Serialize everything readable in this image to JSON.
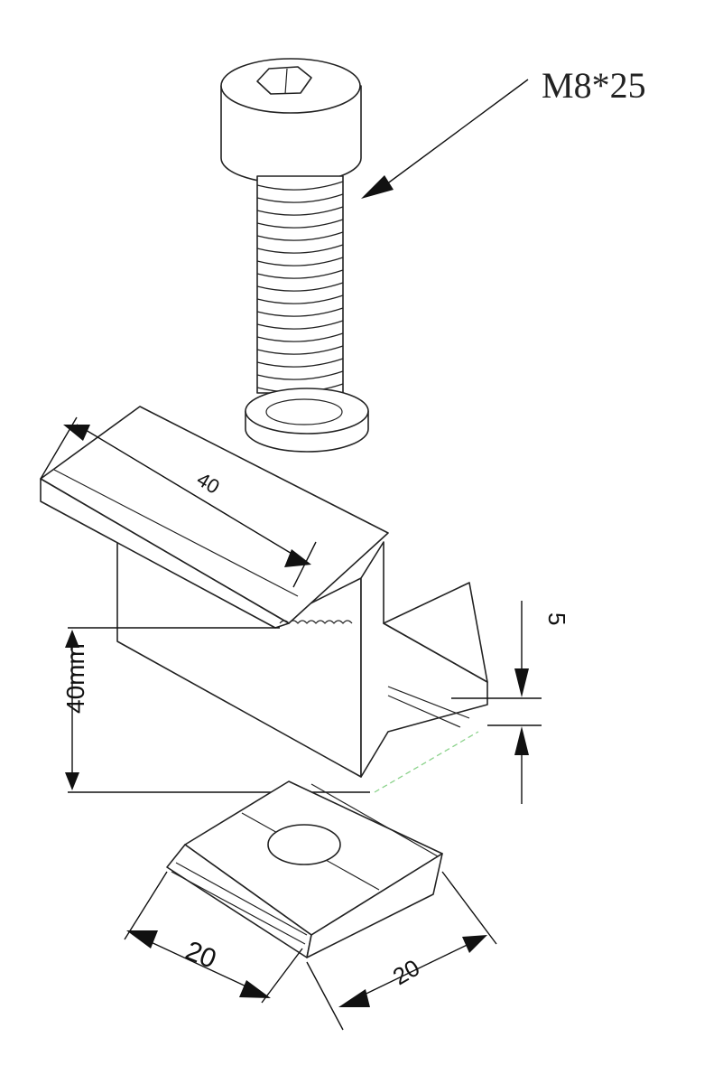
{
  "labels": {
    "bolt_spec": "M8*25",
    "clamp_length": "40",
    "clamp_height": "40mm",
    "lip_thickness": "5",
    "nut_width": "20",
    "nut_length": "20"
  },
  "colors": {
    "line": "#222222",
    "guide": "#8bd28b"
  }
}
